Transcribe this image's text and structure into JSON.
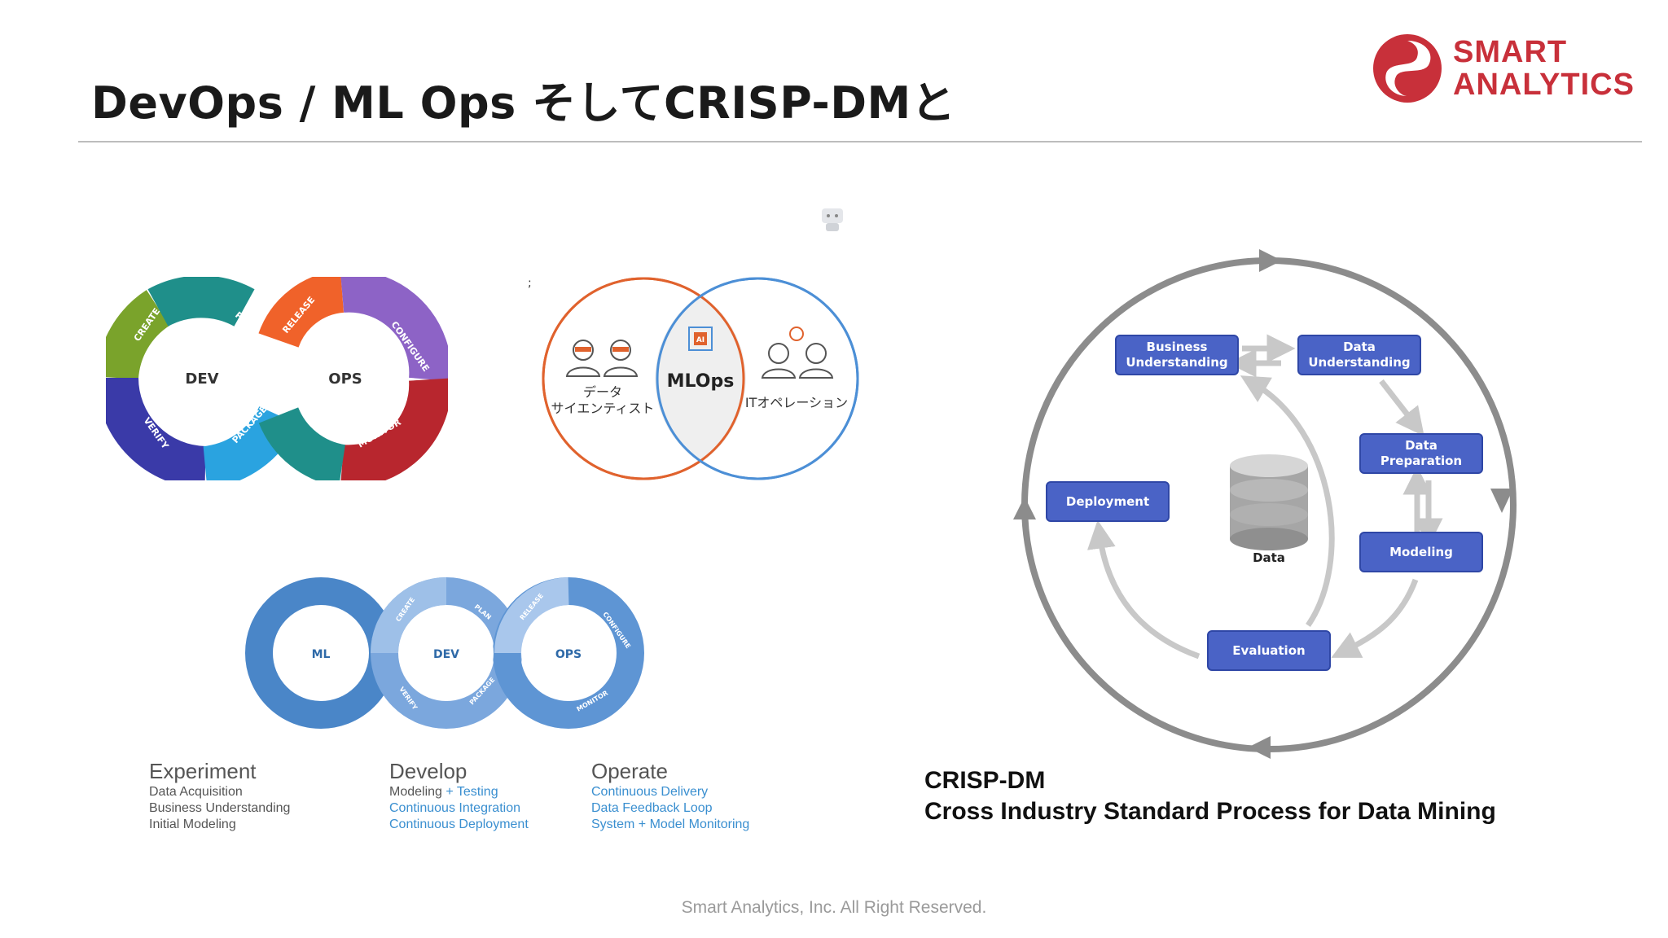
{
  "slide": {
    "title": "DevOps / ML Ops そしてCRISP-DMと",
    "footer": "Smart Analytics, Inc. All Right Reserved."
  },
  "logo": {
    "line1": "SMART",
    "line2": "ANALYTICS",
    "color": "#c8303a"
  },
  "devops_loop": {
    "left_center": "DEV",
    "right_center": "OPS",
    "segments": [
      "CREATE",
      "PLAN",
      "VERIFY",
      "PACKAGE",
      "RELEASE",
      "CONFIGURE",
      "MONITOR"
    ]
  },
  "mlops_venn": {
    "left_label_line1": "データ",
    "left_label_line2": "サイエンティスト",
    "center_label": "MLOps",
    "right_label": "ITオペレーション",
    "chip_label": "AI",
    "stray_mark": ";"
  },
  "mlops_loop": {
    "centers": [
      "ML",
      "DEV",
      "OPS"
    ],
    "segments": [
      "CREATE",
      "PLAN",
      "VERIFY",
      "PACKAGE",
      "RELEASE",
      "CONFIGURE",
      "MONITOR"
    ]
  },
  "phases": {
    "experiment": {
      "heading": "Experiment",
      "lines": [
        "Data Acquisition",
        "Business Understanding",
        "Initial Modeling"
      ]
    },
    "develop": {
      "heading": "Develop",
      "line1_a": "Modeling",
      "line1_plus": "+",
      "line1_b": "Testing",
      "lines": [
        "Continuous Integration",
        "Continuous Deployment"
      ]
    },
    "operate": {
      "heading": "Operate",
      "lines": [
        "Continuous Delivery",
        "Data Feedback Loop"
      ],
      "line3_a": "System",
      "line3_plus": "+",
      "line3_b": "Model Monitoring"
    }
  },
  "crisp_dm": {
    "nodes": {
      "business_1": "Business",
      "business_2": "Understanding",
      "data_1": "Data",
      "data_2": "Understanding",
      "prep_1": "Data",
      "prep_2": "Preparation",
      "modeling": "Modeling",
      "evaluation": "Evaluation",
      "deployment": "Deployment",
      "center": "Data"
    },
    "caption_line1": "CRISP-DM",
    "caption_line2": "Cross Industry Standard Process for Data Mining"
  }
}
